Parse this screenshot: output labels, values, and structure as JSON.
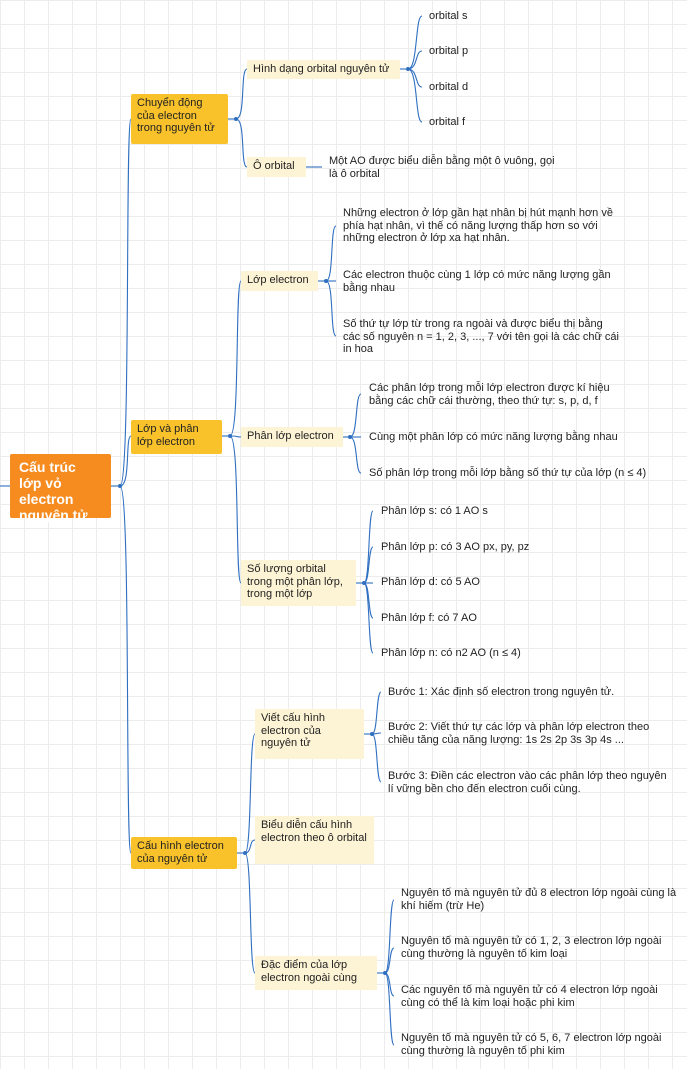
{
  "root": "Cấu trúc lớp vỏ electron nguyên tử",
  "branches": [
    {
      "label": "Chuyển động của electron trong nguyên tử",
      "children": [
        {
          "label": "Hình dạng orbital nguyên tử",
          "leaves": [
            "orbital s",
            "orbital p",
            "orbital d",
            "orbital f"
          ]
        },
        {
          "label": "Ô orbital",
          "leaves": [
            "Một AO được biểu diễn bằng một ô vuông, gọi là ô orbital"
          ]
        }
      ]
    },
    {
      "label": "Lớp và phân lớp electron",
      "children": [
        {
          "label": "Lớp electron",
          "leaves": [
            "Những electron ở lớp gần hạt nhân bị hút mạnh hơn về phía hạt nhân, vì thế có năng lượng thấp hơn so với những electron ở lớp xa hạt nhân.",
            "Các electron thuộc cùng 1 lớp có mức năng lượng gần bằng nhau",
            "Số thứ tự lớp từ trong ra ngoài và được biểu thị bằng các số nguyên n = 1, 2, 3, ..., 7 với tên gọi là các chữ cái in hoa"
          ]
        },
        {
          "label": "Phân lớp electron",
          "leaves": [
            "Các phân lớp trong mỗi lớp electron được kí hiệu bằng các chữ cái thường, theo thứ tự: s, p, d, f",
            "Cùng một phân lớp có mức năng lượng bằng nhau",
            "Số phân lớp trong mỗi lớp bằng số thứ tự của lớp (n ≤ 4)"
          ]
        },
        {
          "label": "Số lượng orbital trong một phân lớp, trong một lớp",
          "leaves": [
            "Phân lớp s: có 1 AO s",
            "Phân lớp p: có 3 AO px, py, pz",
            "Phân lớp d: có 5 AO",
            "Phân lớp f: có 7 AO",
            "Phân lớp n: có n2 AO (n ≤ 4)"
          ]
        }
      ]
    },
    {
      "label": "Cấu hình electron của nguyên tử",
      "children": [
        {
          "label": "Viết cấu hình electron của nguyên tử",
          "leaves": [
            "Bước 1: Xác định số electron trong nguyên tử.",
            "Bước 2: Viết thứ tự các lớp và phân lớp electron theo chiều tăng của năng lượng: 1s 2s 2p 3s 3p 4s ...",
            "Bước 3: Điền các electron vào các phân lớp theo nguyên lí vững bền cho đến electron cuối cùng."
          ]
        },
        {
          "label": "Biểu diễn cấu hình electron theo ô orbital",
          "leaves": []
        },
        {
          "label": "Đặc điểm của lớp electron ngoài cùng",
          "leaves": [
            "Nguyên tố mà nguyên tử đủ 8 electron lớp ngoài cùng là khí hiếm (trừ He)",
            "Nguyên tố mà nguyên tử có 1, 2, 3 electron lớp ngoài cùng thường là nguyên tố kim loại",
            "Các nguyên tố mà nguyên tử có 4 electron lớp ngoài cùng có thể là kim loại hoặc phi kim",
            "Nguyên tố mà nguyên tử có 5, 6, 7 electron lớp ngoài cùng thường là nguyên tố phi kim"
          ]
        }
      ]
    }
  ]
}
